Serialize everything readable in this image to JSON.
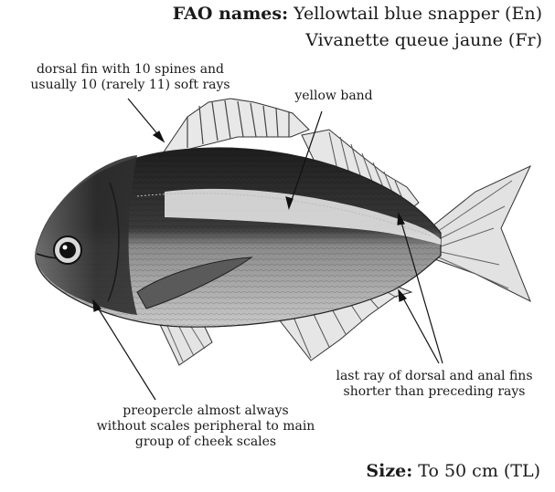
{
  "header": {
    "fao_label": "FAO names:",
    "fao_english": "Yellowtail blue snapper (En)",
    "fao_french": "Vivanette queue jaune (Fr)"
  },
  "annotations": {
    "dorsal_fin": [
      "dorsal fin with 10 spines and",
      "usually 10 (rarely 11) soft rays"
    ],
    "yellow_band": "yellow band",
    "last_ray": [
      "last ray of dorsal and anal fins",
      "shorter than preceding rays"
    ],
    "preopercle": [
      "preopercle almost always",
      "without scales peripheral to main",
      "group of cheek scales"
    ]
  },
  "footer": {
    "size_label": "Size:",
    "size_value": "To 50 cm (TL)"
  },
  "illustration": {
    "subject": "Yellowtail blue snapper",
    "body_color": "#6e6e6e",
    "dark_color": "#2a2a2a",
    "band_color": "#e8e8e8"
  }
}
